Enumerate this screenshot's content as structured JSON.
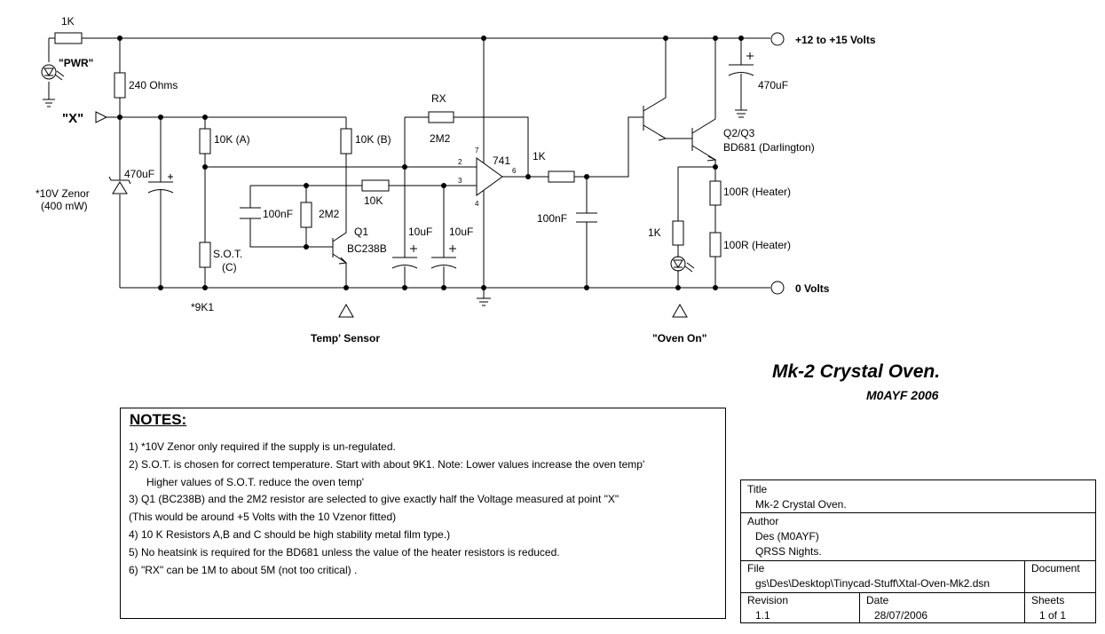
{
  "labels": {
    "r_pwr": "1K",
    "pwr_led": "\"PWR\"",
    "r_240": "240 Ohms",
    "node_x": "\"X\"",
    "zener": "*10V Zenor",
    "zener_power": "(400 mW)",
    "c_470_left": "470uF",
    "r_10k_a": "10K (A)",
    "r_10k_b": "10K (B)",
    "sot": "S.O.T.",
    "sot_c": "(C)",
    "sot_value": "*9K1",
    "c_100n_q1": "100nF",
    "r_2m2_q1": "2M2",
    "q1": "Q1",
    "q1_type": "BC238B",
    "r_10k_in": "10K",
    "rx": "RX",
    "rx_value": "2M2",
    "c_10u_1": "10uF",
    "c_10u_2": "10uF",
    "opamp": "741",
    "pin2": "2",
    "pin3": "3",
    "pin4": "4",
    "pin6": "6",
    "pin7": "7",
    "r_1k_out": "1K",
    "c_100n_out": "100nF",
    "q2q3": "Q2/Q3",
    "q2q3_type": "BD681 (Darlington)",
    "c_470_right": "470uF",
    "supply": "+12 to +15 Volts",
    "ground_rail": "0 Volts",
    "heater1": "100R (Heater)",
    "heater2": "100R (Heater)",
    "r_1k_led": "1K",
    "temp_sensor": "Temp' Sensor",
    "oven_on": "\"Oven On\""
  },
  "title": {
    "main": "Mk-2 Crystal Oven.",
    "author": "M0AYF 2006"
  },
  "notes": {
    "heading": "NOTES:",
    "items": [
      "1) *10V Zenor only required if the supply is un-regulated.",
      "2) S.O.T. is chosen for correct temperature. Start with about 9K1. Note: Lower values increase the oven temp'",
      "Higher values of S.O.T. reduce the oven temp'",
      "3) Q1 (BC238B) and the 2M2 resistor are selected to give exactly half the Voltage measured at point \"X\"",
      "(This would be around +5 Volts with the 10 Vzenor fitted)",
      "4) 10 K Resistors A,B and C should be high stability metal film type.)",
      "5) No heatsink is required for the BD681 unless the value of the heater resistors is reduced.",
      "6) \"RX\" can be 1M to about 5M (not too critical) ."
    ]
  },
  "title_block": {
    "title_label": "Title",
    "title_value": "Mk-2 Crystal Oven.",
    "author_label": "Author",
    "author_value_1": "Des (M0AYF)",
    "author_value_2": "QRSS Nights.",
    "file_label": "File",
    "file_value": "gs\\Des\\Desktop\\Tinycad-Stuff\\Xtal-Oven-Mk2.dsn",
    "document_label": "Document",
    "revision_label": "Revision",
    "revision_value": "1.1",
    "date_label": "Date",
    "date_value": "28/07/2006",
    "sheets_label": "Sheets",
    "sheets_value": "1 of 1"
  }
}
